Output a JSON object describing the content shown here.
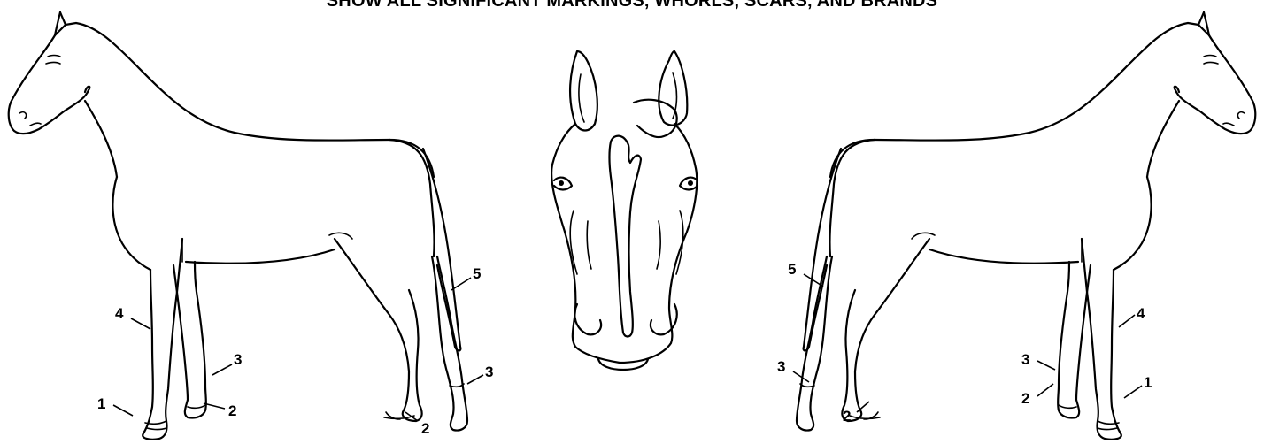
{
  "header": {
    "text": "SHOW ALL SIGNIFICANT MARKINGS, WHORLS, SCARS, AND BRANDS"
  },
  "left_horse": {
    "labels": [
      "1",
      "2",
      "3",
      "4",
      "2",
      "3",
      "5"
    ]
  },
  "right_horse": {
    "labels": [
      "5",
      "3",
      "2",
      "3",
      "2",
      "4",
      "1"
    ]
  }
}
